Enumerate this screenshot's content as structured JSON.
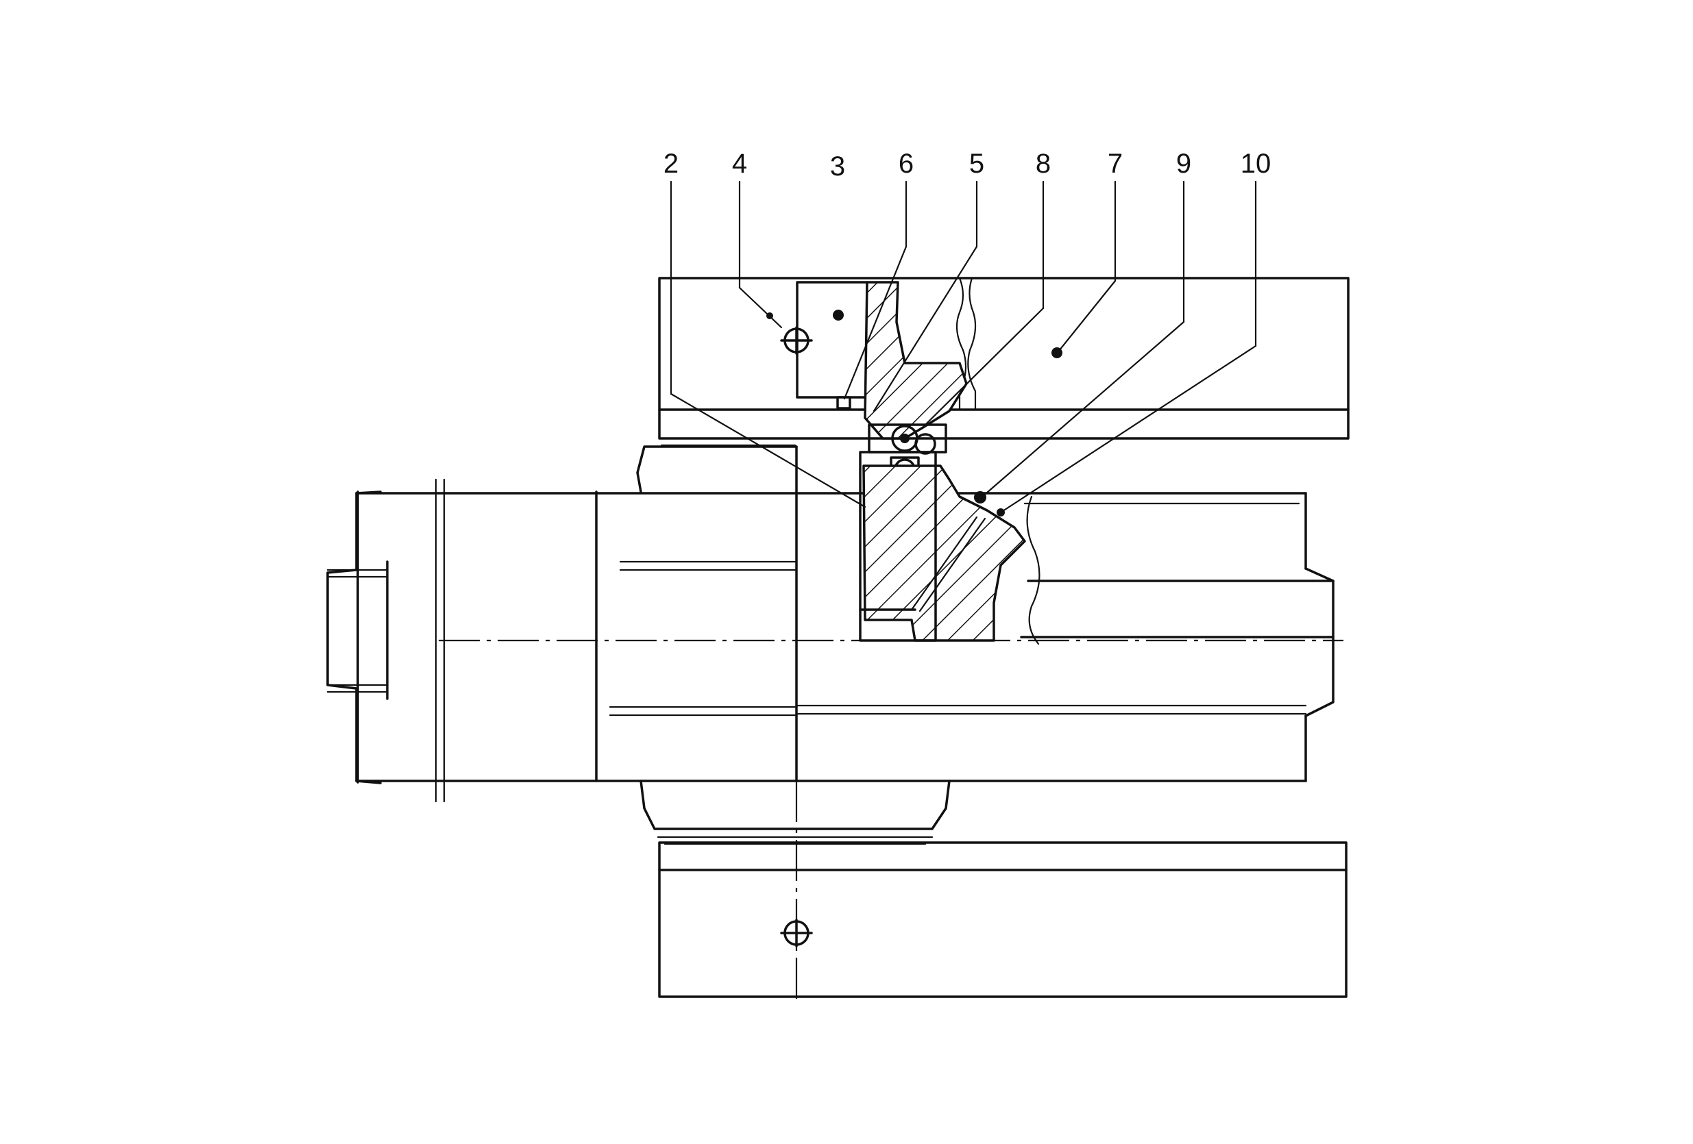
{
  "callouts": [
    {
      "id": "2",
      "label": "2"
    },
    {
      "id": "4",
      "label": "4"
    },
    {
      "id": "3",
      "label": "3"
    },
    {
      "id": "6",
      "label": "6"
    },
    {
      "id": "5",
      "label": "5"
    },
    {
      "id": "8",
      "label": "8"
    },
    {
      "id": "7",
      "label": "7"
    },
    {
      "id": "9",
      "label": "9"
    },
    {
      "id": "10",
      "label": "10"
    }
  ]
}
